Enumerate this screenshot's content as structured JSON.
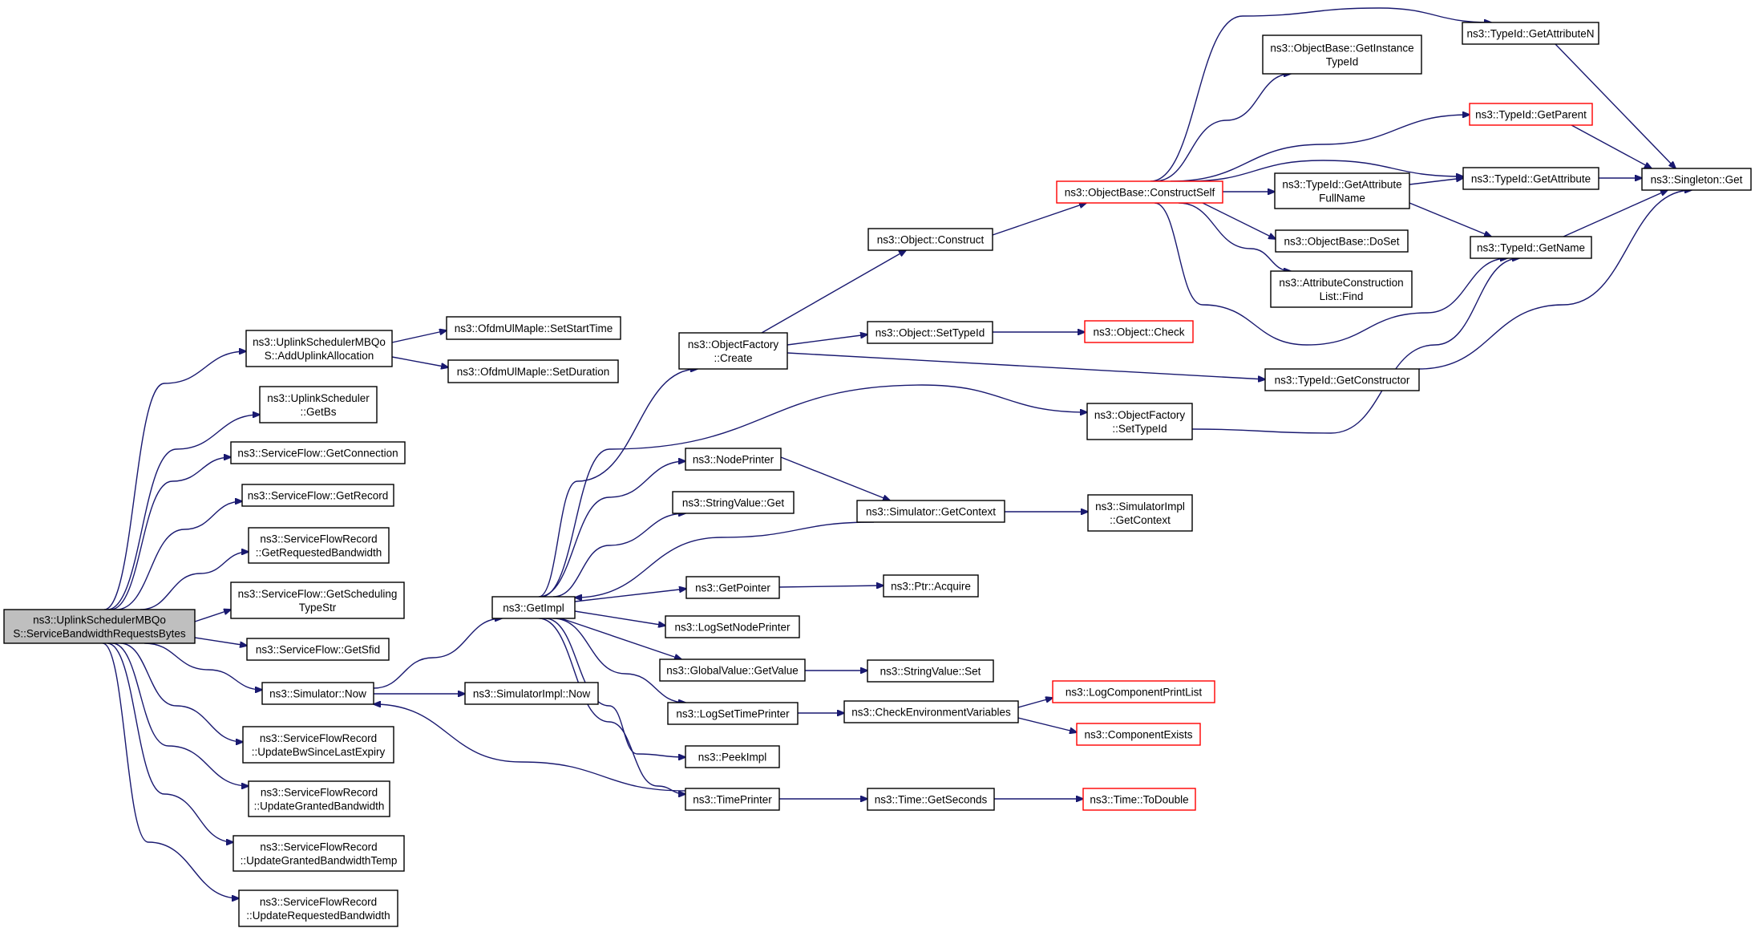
{
  "nodes": [
    {
      "id": "root",
      "lines": [
        "ns3::UplinkSchedulerMBQo",
        "S::ServiceBandwidthRequestsBytes"
      ],
      "root": true
    },
    {
      "id": "addUplink",
      "lines": [
        "ns3::UplinkSchedulerMBQo",
        "S::AddUplinkAllocation"
      ]
    },
    {
      "id": "setStart",
      "lines": [
        "ns3::OfdmUlMaple::SetStartTime"
      ]
    },
    {
      "id": "setDur",
      "lines": [
        "ns3::OfdmUlMaple::SetDuration"
      ]
    },
    {
      "id": "getBs",
      "lines": [
        "ns3::UplinkScheduler",
        "::GetBs"
      ]
    },
    {
      "id": "getConn",
      "lines": [
        "ns3::ServiceFlow::GetConnection"
      ]
    },
    {
      "id": "getRecord",
      "lines": [
        "ns3::ServiceFlow::GetRecord"
      ]
    },
    {
      "id": "getReqBw",
      "lines": [
        "ns3::ServiceFlowRecord",
        "::GetRequestedBandwidth"
      ]
    },
    {
      "id": "getSched",
      "lines": [
        "ns3::ServiceFlow::GetScheduling",
        "TypeStr"
      ]
    },
    {
      "id": "getSfid",
      "lines": [
        "ns3::ServiceFlow::GetSfid"
      ]
    },
    {
      "id": "simNow",
      "lines": [
        "ns3::Simulator::Now"
      ]
    },
    {
      "id": "updBwSince",
      "lines": [
        "ns3::ServiceFlowRecord",
        "::UpdateBwSinceLastExpiry"
      ]
    },
    {
      "id": "updGranted",
      "lines": [
        "ns3::ServiceFlowRecord",
        "::UpdateGrantedBandwidth"
      ]
    },
    {
      "id": "updGrantedTemp",
      "lines": [
        "ns3::ServiceFlowRecord",
        "::UpdateGrantedBandwidthTemp"
      ]
    },
    {
      "id": "updRequested",
      "lines": [
        "ns3::ServiceFlowRecord",
        "::UpdateRequestedBandwidth"
      ]
    },
    {
      "id": "getImpl",
      "lines": [
        "ns3::GetImpl"
      ]
    },
    {
      "id": "simImplNow",
      "lines": [
        "ns3::SimulatorImpl::Now"
      ]
    },
    {
      "id": "objFactCreate",
      "lines": [
        "ns3::ObjectFactory",
        "::Create"
      ]
    },
    {
      "id": "nodePrinter",
      "lines": [
        "ns3::NodePrinter"
      ]
    },
    {
      "id": "strValGet",
      "lines": [
        "ns3::StringValue::Get"
      ]
    },
    {
      "id": "getPointer",
      "lines": [
        "ns3::GetPointer"
      ]
    },
    {
      "id": "logSetNode",
      "lines": [
        "ns3::LogSetNodePrinter"
      ]
    },
    {
      "id": "globalGetValue",
      "lines": [
        "ns3::GlobalValue::GetValue"
      ]
    },
    {
      "id": "logSetTime",
      "lines": [
        "ns3::LogSetTimePrinter"
      ]
    },
    {
      "id": "peekImpl",
      "lines": [
        "ns3::PeekImpl"
      ]
    },
    {
      "id": "timePrinter",
      "lines": [
        "ns3::TimePrinter"
      ]
    },
    {
      "id": "objConstruct",
      "lines": [
        "ns3::Object::Construct"
      ]
    },
    {
      "id": "objSetTypeId",
      "lines": [
        "ns3::Object::SetTypeId"
      ]
    },
    {
      "id": "simGetContext",
      "lines": [
        "ns3::Simulator::GetContext"
      ]
    },
    {
      "id": "ptrAcquire",
      "lines": [
        "ns3::Ptr::Acquire"
      ]
    },
    {
      "id": "strValSet",
      "lines": [
        "ns3::StringValue::Set"
      ]
    },
    {
      "id": "checkEnv",
      "lines": [
        "ns3::CheckEnvironmentVariables"
      ]
    },
    {
      "id": "timeGetSeconds",
      "lines": [
        "ns3::Time::GetSeconds"
      ]
    },
    {
      "id": "constructSelf",
      "lines": [
        "ns3::ObjectBase::ConstructSelf"
      ],
      "truncated": true
    },
    {
      "id": "objCheck",
      "lines": [
        "ns3::Object::Check"
      ],
      "truncated": true
    },
    {
      "id": "objFactSetTypeId",
      "lines": [
        "ns3::ObjectFactory",
        "::SetTypeId"
      ]
    },
    {
      "id": "simImplGetContext",
      "lines": [
        "ns3::SimulatorImpl",
        "::GetContext"
      ]
    },
    {
      "id": "logCompPrint",
      "lines": [
        "ns3::LogComponentPrintList"
      ],
      "truncated": true
    },
    {
      "id": "compExists",
      "lines": [
        "ns3::ComponentExists"
      ],
      "truncated": true
    },
    {
      "id": "timeToDouble",
      "lines": [
        "ns3::Time::ToDouble"
      ],
      "truncated": true
    },
    {
      "id": "getInstTypeId",
      "lines": [
        "ns3::ObjectBase::GetInstance",
        "TypeId"
      ]
    },
    {
      "id": "getAttrFullName",
      "lines": [
        "ns3::TypeId::GetAttribute",
        "FullName"
      ]
    },
    {
      "id": "doSet",
      "lines": [
        "ns3::ObjectBase::DoSet"
      ]
    },
    {
      "id": "attrConstrFind",
      "lines": [
        "ns3::AttributeConstruction",
        "List::Find"
      ]
    },
    {
      "id": "getConstructor",
      "lines": [
        "ns3::TypeId::GetConstructor"
      ]
    },
    {
      "id": "getAttrN",
      "lines": [
        "ns3::TypeId::GetAttributeN"
      ]
    },
    {
      "id": "getParent",
      "lines": [
        "ns3::TypeId::GetParent"
      ],
      "truncated": true
    },
    {
      "id": "getAttribute",
      "lines": [
        "ns3::TypeId::GetAttribute"
      ]
    },
    {
      "id": "getName",
      "lines": [
        "ns3::TypeId::GetName"
      ]
    },
    {
      "id": "singletonGet",
      "lines": [
        "ns3::Singleton::Get"
      ]
    }
  ],
  "edges": [
    [
      "root",
      "addUplink"
    ],
    [
      "root",
      "getBs"
    ],
    [
      "root",
      "getConn"
    ],
    [
      "root",
      "getRecord"
    ],
    [
      "root",
      "getReqBw"
    ],
    [
      "root",
      "getSched"
    ],
    [
      "root",
      "getSfid"
    ],
    [
      "root",
      "simNow"
    ],
    [
      "root",
      "updBwSince"
    ],
    [
      "root",
      "updGranted"
    ],
    [
      "root",
      "updGrantedTemp"
    ],
    [
      "root",
      "updRequested"
    ],
    [
      "addUplink",
      "setStart"
    ],
    [
      "addUplink",
      "setDur"
    ],
    [
      "simNow",
      "getImpl"
    ],
    [
      "simNow",
      "simImplNow"
    ],
    [
      "getImpl",
      "objFactCreate"
    ],
    [
      "getImpl",
      "objFactSetTypeId"
    ],
    [
      "getImpl",
      "nodePrinter"
    ],
    [
      "getImpl",
      "strValGet"
    ],
    [
      "getImpl",
      "getPointer"
    ],
    [
      "getImpl",
      "logSetNode"
    ],
    [
      "getImpl",
      "globalGetValue"
    ],
    [
      "getImpl",
      "logSetTime"
    ],
    [
      "getImpl",
      "peekImpl"
    ],
    [
      "getImpl",
      "timePrinter"
    ],
    [
      "objFactCreate",
      "objConstruct"
    ],
    [
      "objFactCreate",
      "objSetTypeId"
    ],
    [
      "objFactCreate",
      "getConstructor"
    ],
    [
      "objConstruct",
      "constructSelf"
    ],
    [
      "objSetTypeId",
      "objCheck"
    ],
    [
      "nodePrinter",
      "simGetContext"
    ],
    [
      "simGetContext",
      "getImpl"
    ],
    [
      "simGetContext",
      "simImplGetContext"
    ],
    [
      "getPointer",
      "ptrAcquire"
    ],
    [
      "globalGetValue",
      "strValSet"
    ],
    [
      "logSetTime",
      "checkEnv"
    ],
    [
      "checkEnv",
      "logCompPrint"
    ],
    [
      "checkEnv",
      "compExists"
    ],
    [
      "timePrinter",
      "simNow"
    ],
    [
      "timePrinter",
      "timeGetSeconds"
    ],
    [
      "timeGetSeconds",
      "timeToDouble"
    ],
    [
      "constructSelf",
      "getAttrN"
    ],
    [
      "constructSelf",
      "getInstTypeId"
    ],
    [
      "constructSelf",
      "getParent"
    ],
    [
      "constructSelf",
      "getAttribute"
    ],
    [
      "constructSelf",
      "getAttrFullName"
    ],
    [
      "constructSelf",
      "doSet"
    ],
    [
      "constructSelf",
      "attrConstrFind"
    ],
    [
      "constructSelf",
      "getName"
    ],
    [
      "getAttrFullName",
      "getAttribute"
    ],
    [
      "getAttrFullName",
      "getName"
    ],
    [
      "getAttrN",
      "singletonGet"
    ],
    [
      "getParent",
      "singletonGet"
    ],
    [
      "getAttribute",
      "singletonGet"
    ],
    [
      "getName",
      "singletonGet"
    ],
    [
      "getConstructor",
      "singletonGet"
    ],
    [
      "objFactSetTypeId",
      "getName"
    ]
  ]
}
